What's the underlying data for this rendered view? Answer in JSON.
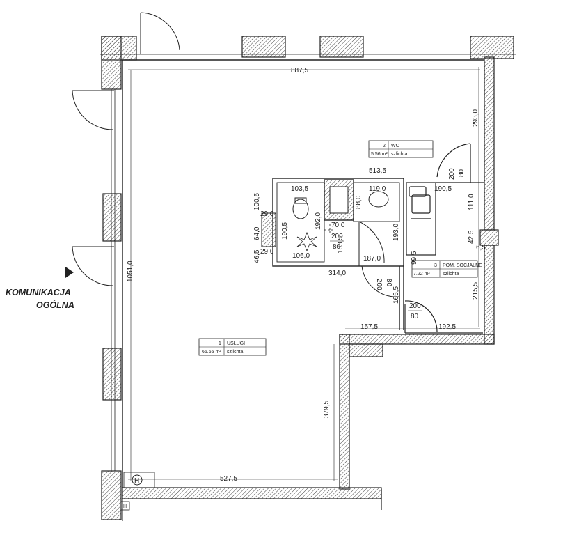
{
  "side_label": {
    "line1": "KOMUNIKACJA",
    "line2": "OGÓLNA"
  },
  "rooms": [
    {
      "number": "1",
      "name": "USŁUGI",
      "area": "65.65 m²",
      "finish": "szlichta"
    },
    {
      "number": "2",
      "name": "WC",
      "area": "5.56 m²",
      "finish": "szlichta"
    },
    {
      "number": "3",
      "name": "POM. SOCJALNE",
      "area": "7.22 m²",
      "finish": "szlichta"
    }
  ],
  "dimensions": {
    "top_width": "887,5",
    "left_height": "1051,0",
    "right_upper": "293,0",
    "right_lower": "215,5",
    "bottom_width": "527,5",
    "inner_vertical": "379,5",
    "step_width": "157,5",
    "kitchen_width": "192,5",
    "kitchen_upper_width": "190,5",
    "kitchen_height": "111,0",
    "pillar_height": "42,5",
    "pillar_small": "6,5",
    "wc_block_width": "513,5",
    "wc_block_lower": "314,0",
    "wc_inner_width": "103,5",
    "sink_width": "119,0",
    "wc_height": "100,5",
    "wc_lower": "64,0",
    "wc_small": "46,5",
    "wc_29_top": "29,0",
    "wc_29_bottom": "29,0",
    "wc_190": "190,5",
    "wc_192": "192,0",
    "wc_106": "106,0",
    "wc_70": "70,0",
    "wc_103": "103,5",
    "wc_88": "88,0",
    "wc_193": "193,0",
    "wc_187": "187,0",
    "wc_99": "99,5",
    "wc_165": "165,5"
  },
  "doors": [
    {
      "height": "200",
      "width": "80"
    },
    {
      "height": "200",
      "width": "80"
    },
    {
      "height": "200",
      "width": "80"
    },
    {
      "height": "200",
      "width": "80"
    }
  ],
  "hydrant_symbol": "H",
  "hydrant_symbol_2": "H"
}
